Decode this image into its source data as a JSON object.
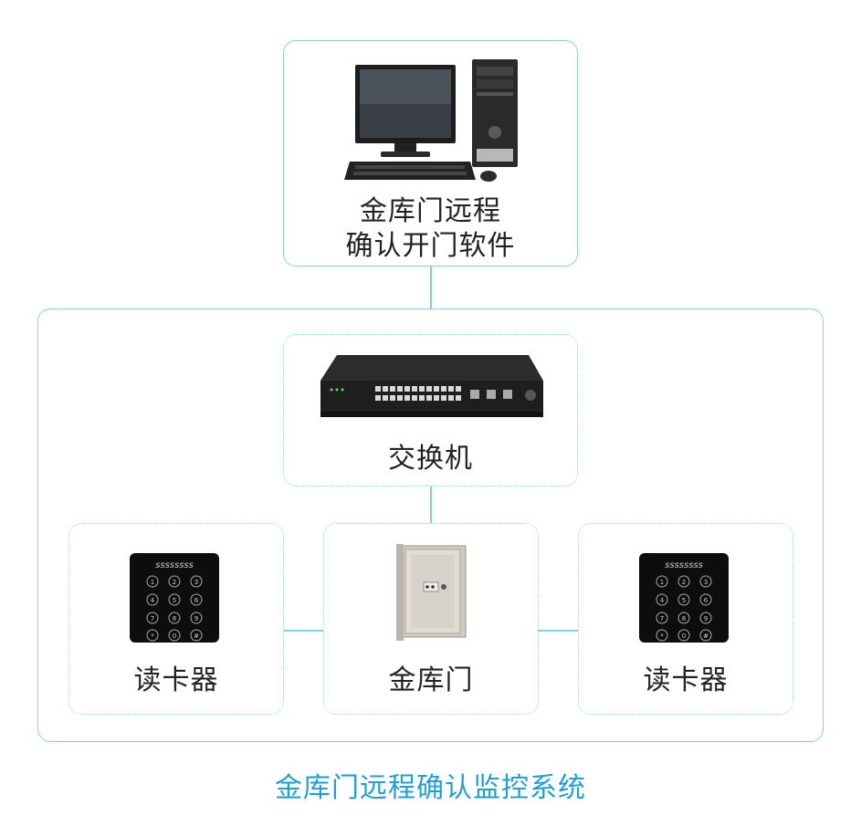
{
  "software": {
    "line1": "金库门远程",
    "line2": "确认开门软件"
  },
  "switch": {
    "label": "交换机"
  },
  "left_reader": {
    "label": "读卡器"
  },
  "vault": {
    "label": "金库门"
  },
  "right_reader": {
    "label": "读卡器"
  },
  "caption": "金库门远程确认监控系统",
  "keypad": {
    "keys": [
      "1",
      "2",
      "3",
      "4",
      "5",
      "6",
      "7",
      "8",
      "9",
      "*",
      "0",
      "#"
    ],
    "wave": "ssssssss"
  },
  "colors": {
    "accent": "#1f9fd6",
    "border": "#7fd3df",
    "text": "#222222"
  }
}
